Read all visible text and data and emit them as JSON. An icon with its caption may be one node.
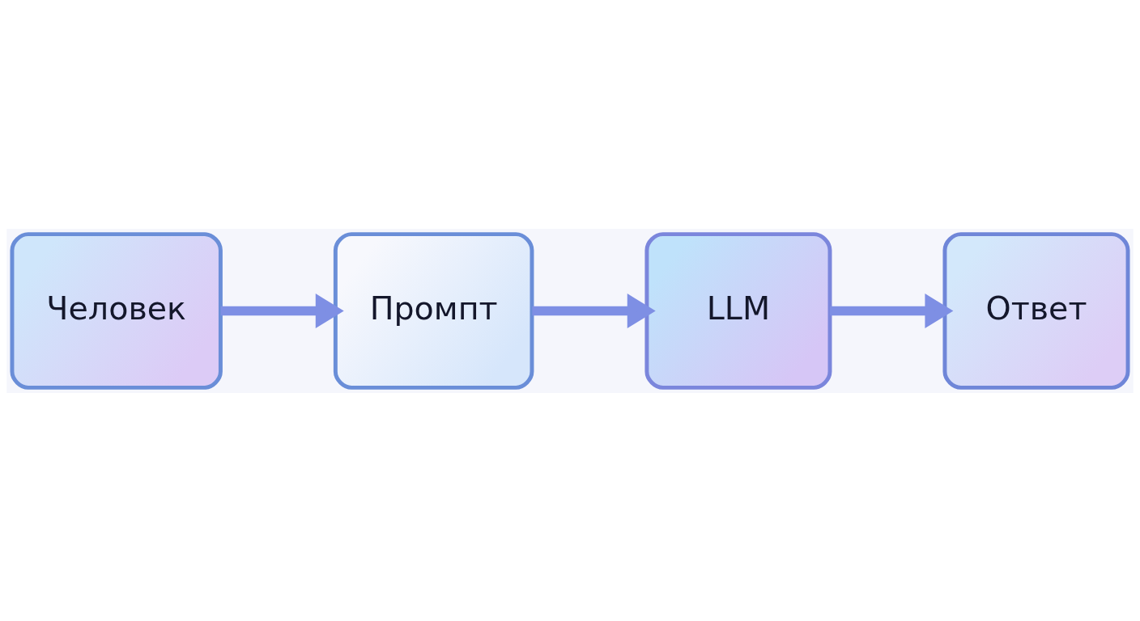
{
  "diagram": {
    "nodes": [
      {
        "text": [
          "Человек"
        ]
      },
      {
        "text": [
          "Промпт"
        ]
      },
      {
        "text": [
          "LLM"
        ]
      },
      {
        "text": [
          "Ответ"
        ]
      }
    ],
    "edges": [
      {
        "from": 0,
        "to": 1,
        "arrow": "to"
      },
      {
        "from": 1,
        "to": 2,
        "arrow": "to"
      },
      {
        "from": 2,
        "to": 3,
        "arrow": "to"
      }
    ]
  }
}
